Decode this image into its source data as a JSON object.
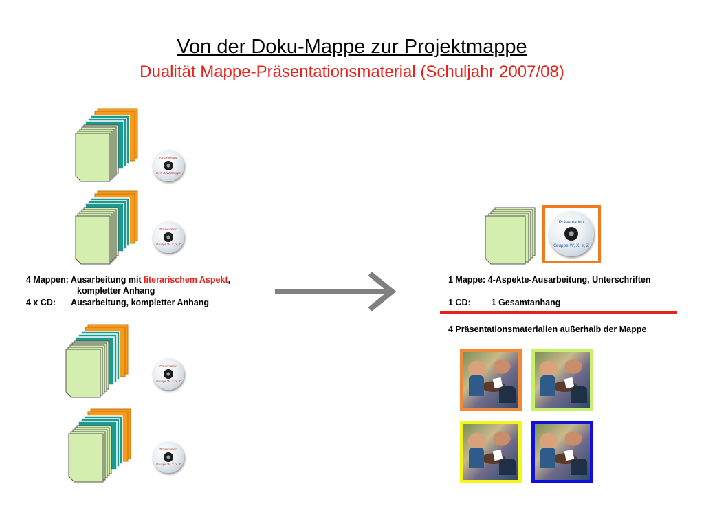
{
  "header": {
    "title": "Von der Doku-Mappe zur Projektmappe",
    "subtitle": "Dualität Mappe-Präsentationsmaterial (Schuljahr 2007/08)"
  },
  "left": {
    "line1_prefix": "4 Mappen: Ausarbeitung mit ",
    "line1_highlight": "literarischem Aspekt",
    "line1_suffix": ",",
    "line2": "kompletter Anhang",
    "line3_label": "4 x CD:",
    "line3_text": "Ausarbeitung, kompletter Anhang",
    "cds": [
      {
        "top": "Ausarbeitung",
        "bottom": "X, Y, Z, W Gruppe"
      },
      {
        "top": "Präsentation",
        "bottom": "Gruppe W, X, Y, Z"
      },
      {
        "top": "Präsentation",
        "bottom": "Gruppe W, X, Y, Z"
      },
      {
        "top": "Präsentation",
        "bottom": "Gruppe W, X, Y, Z"
      }
    ]
  },
  "right": {
    "line1_label": "1 Mappe:",
    "line1_text": "4-Aspekte-Ausarbeitung, Unterschriften",
    "line2_label": "1 CD:",
    "line2_text": "1 Gesamtanhang",
    "line3": "4  Präsentationsmaterialien außerhalb der Mappe",
    "cd": {
      "top": "Präsentation",
      "bottom": "Gruppe W, X, Y, Z"
    },
    "pictures": [
      {
        "frame_color": "#f08a3a"
      },
      {
        "frame_color": "#c8f06a"
      },
      {
        "frame_color": "#f5f51e"
      },
      {
        "frame_color": "#1010d8"
      }
    ]
  },
  "colors": {
    "accent_red": "#e8201a",
    "folder_orange": "#f59a1a",
    "folder_teal": "#1c9a92",
    "page_green": "#d4eeb0",
    "arrow_gray": "#808080"
  }
}
